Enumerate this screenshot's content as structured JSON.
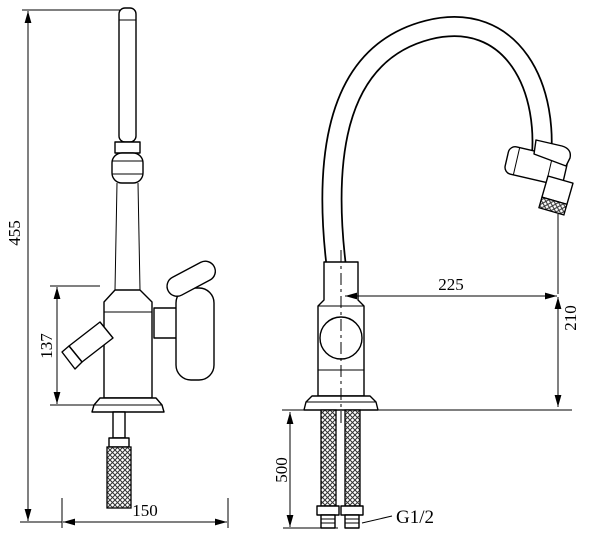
{
  "dimensions": {
    "overall_height": "455",
    "spout_height_side": "137",
    "base_width": "150",
    "spout_reach": "225",
    "spout_height_front": "210",
    "hose_length": "500",
    "thread_size": "G1/2"
  }
}
